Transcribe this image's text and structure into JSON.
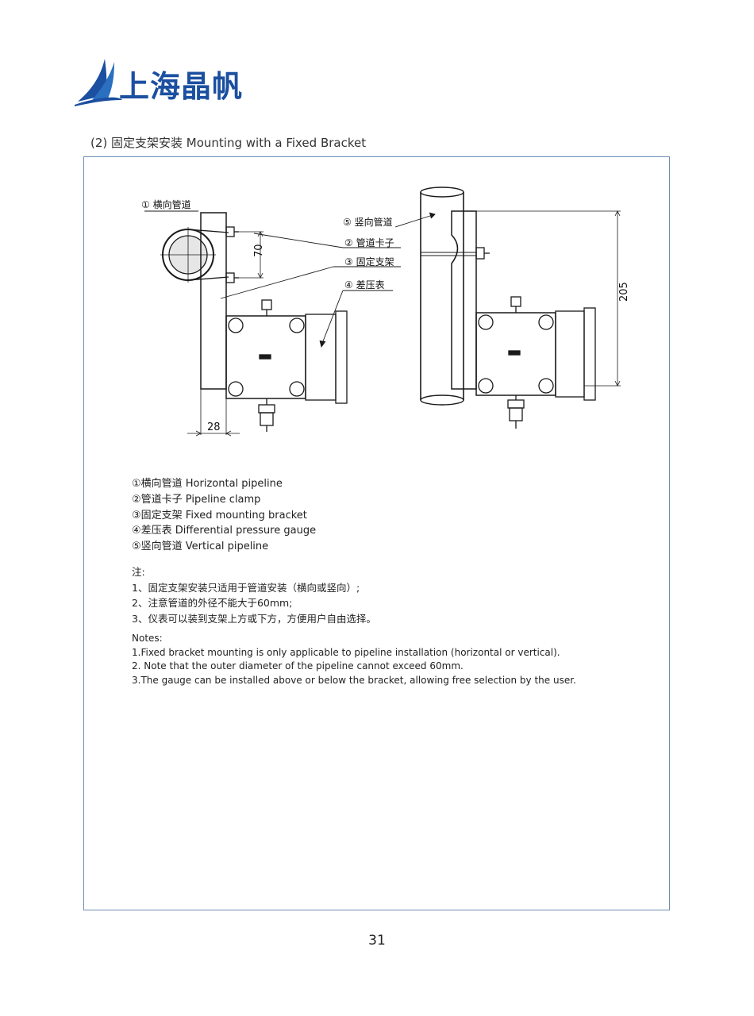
{
  "logo": {
    "text": "上海晶帆"
  },
  "section": {
    "heading": "(2)  固定支架安装  Mounting with a Fixed Bracket"
  },
  "diagram": {
    "callouts": {
      "c1": "① 横向管道",
      "c5": "⑤ 竖向管道",
      "c2": "② 管道卡子",
      "c3": "③ 固定支架",
      "c4": "④ 差压表"
    },
    "dims": {
      "d70": "70",
      "d28": "28",
      "d205": "205"
    }
  },
  "legend": [
    "①横向管道 Horizontal pipeline",
    "②管道卡子 Pipeline clamp",
    "③固定支架 Fixed mounting bracket",
    "④差压表 Differential pressure gauge",
    "⑤竖向管道 Vertical pipeline"
  ],
  "notes_cn": {
    "title": "注:",
    "items": [
      "1、固定支架安装只适用于管道安装（横向或竖向）;",
      "2、注意管道的外径不能大于60mm;",
      "3、仪表可以装到支架上方或下方，方便用户自由选择。"
    ]
  },
  "notes_en": {
    "title": "Notes:",
    "items": [
      "1.Fixed bracket mounting is only applicable to pipeline installation (horizontal or vertical).",
      "2. Note that the outer diameter of the pipeline cannot exceed 60mm.",
      "3.The gauge can be installed above or below the bracket, allowing free selection by the user."
    ]
  },
  "footer": {
    "page_number": "31"
  },
  "colors": {
    "brand_blue": "#1b4fa0",
    "frame_border": "#6f8db5"
  }
}
